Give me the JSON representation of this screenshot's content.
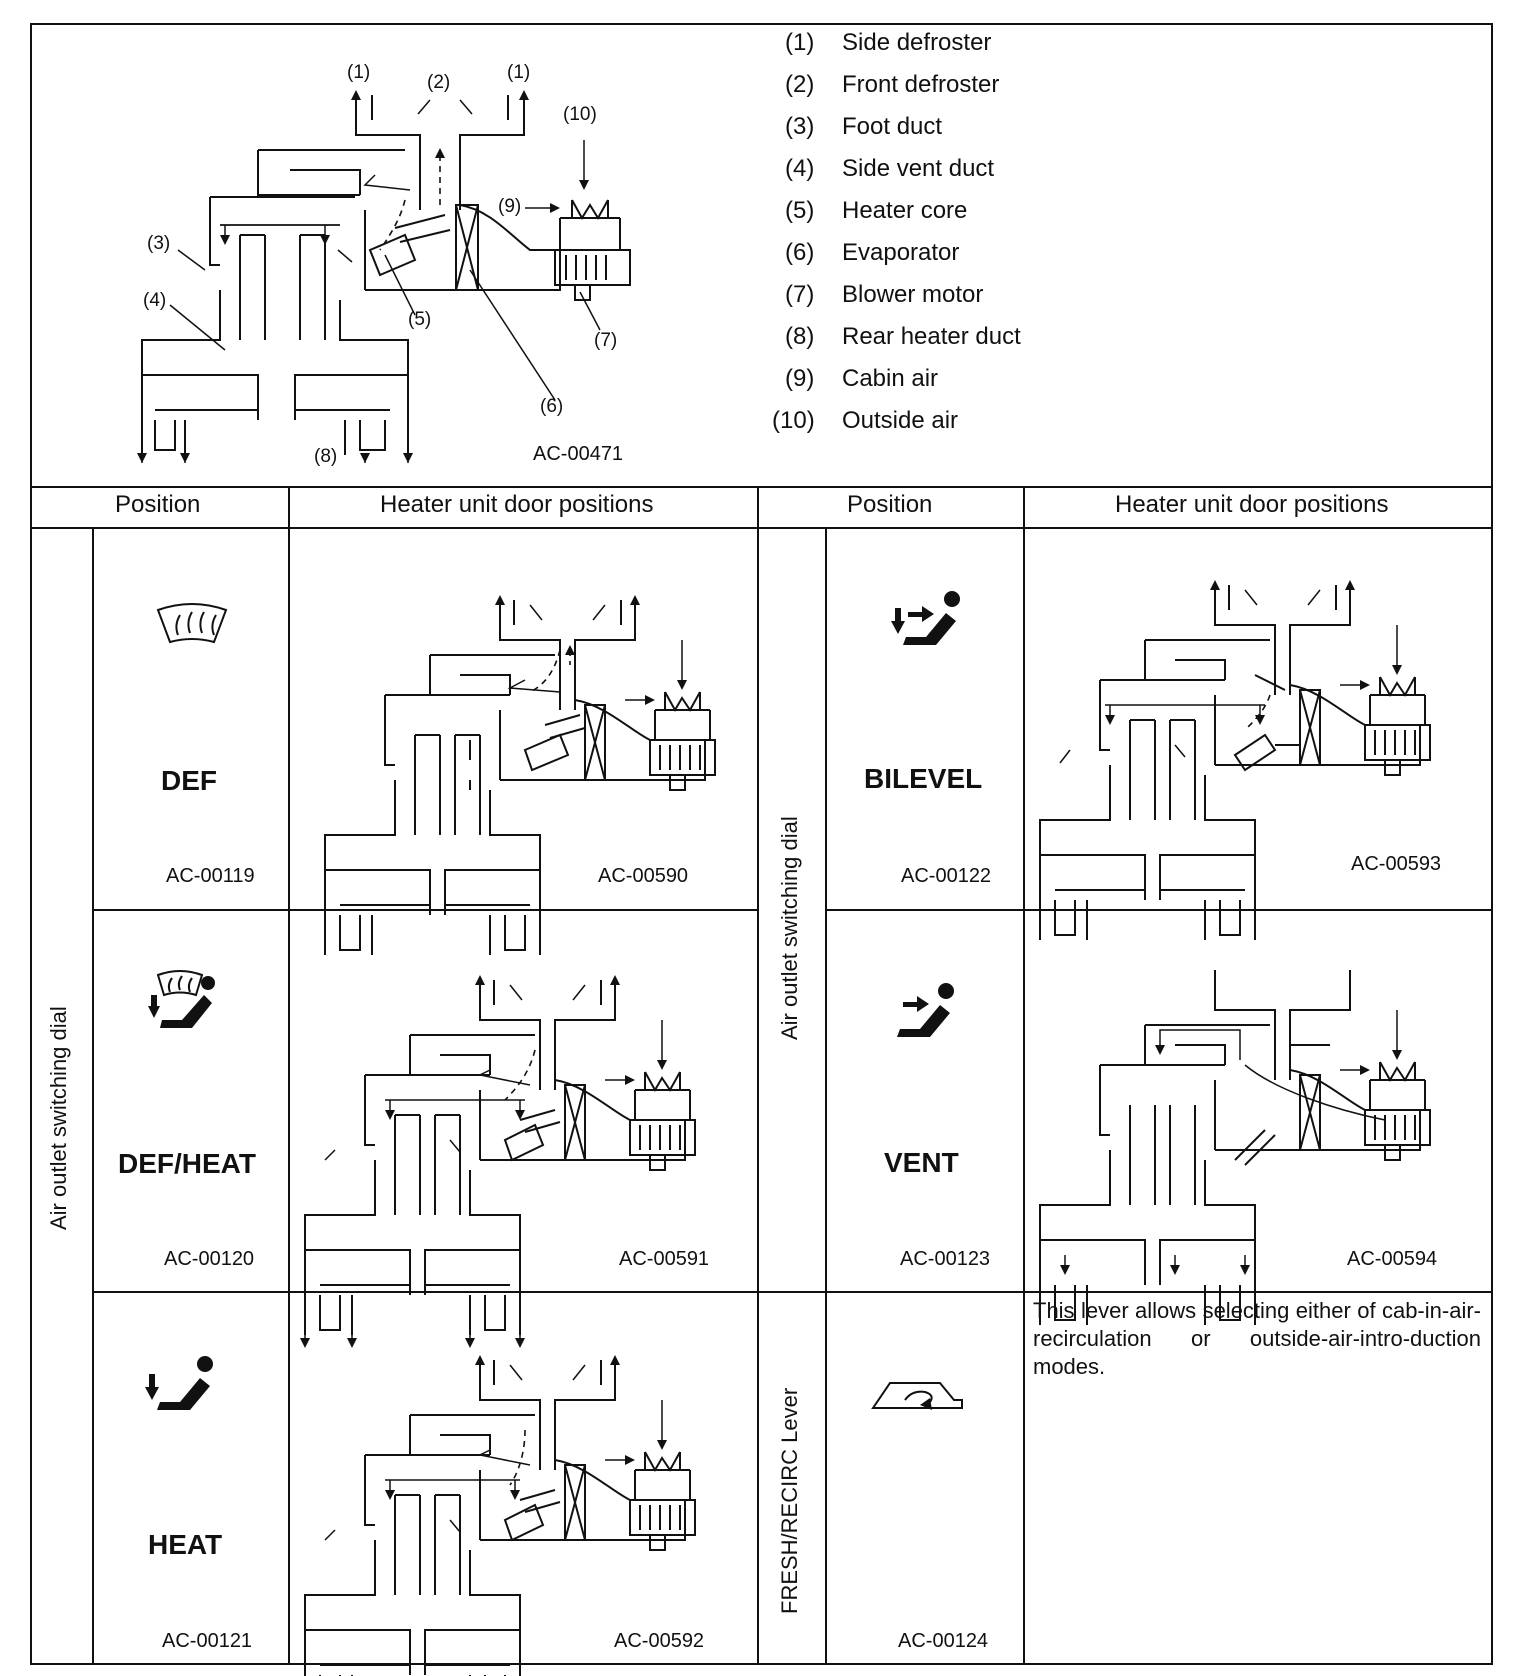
{
  "legend": [
    {
      "num": "(1)",
      "text": "Side defroster"
    },
    {
      "num": "(2)",
      "text": "Front defroster"
    },
    {
      "num": "(3)",
      "text": "Foot duct"
    },
    {
      "num": "(4)",
      "text": "Side vent duct"
    },
    {
      "num": "(5)",
      "text": "Heater core"
    },
    {
      "num": "(6)",
      "text": "Evaporator"
    },
    {
      "num": "(7)",
      "text": "Blower motor"
    },
    {
      "num": "(8)",
      "text": "Rear heater duct"
    },
    {
      "num": "(9)",
      "text": "Cabin air"
    },
    {
      "num": "(10)",
      "text": "Outside air"
    }
  ],
  "main_diagram": {
    "code": "AC-00471",
    "callouts": [
      "(1)",
      "(2)",
      "(1)",
      "(10)",
      "(9)",
      "(3)",
      "(4)",
      "(5)",
      "(7)",
      "(6)",
      "(8)"
    ]
  },
  "table": {
    "header_position": "Position",
    "header_door": "Heater unit door positions",
    "group_left": "Air outlet switching dial",
    "group_right_top": "Air outlet switching dial",
    "group_right_bottom": "FRESH/RECIRC Lever",
    "rows": [
      {
        "label": "DEF",
        "icon_code": "AC-00119",
        "diagram_code": "AC-00590"
      },
      {
        "label": "DEF/HEAT",
        "icon_code": "AC-00120",
        "diagram_code": "AC-00591"
      },
      {
        "label": "HEAT",
        "icon_code": "AC-00121",
        "diagram_code": "AC-00592"
      },
      {
        "label": "BILEVEL",
        "icon_code": "AC-00122",
        "diagram_code": "AC-00593"
      },
      {
        "label": "VENT",
        "icon_code": "AC-00123",
        "diagram_code": "AC-00594"
      },
      {
        "label": "",
        "icon_code": "AC-00124",
        "diagram_code": ""
      }
    ],
    "recirc_description": "This lever allows selecting either of cab-in-air-recirculation or outside-air-intro-duction modes."
  }
}
